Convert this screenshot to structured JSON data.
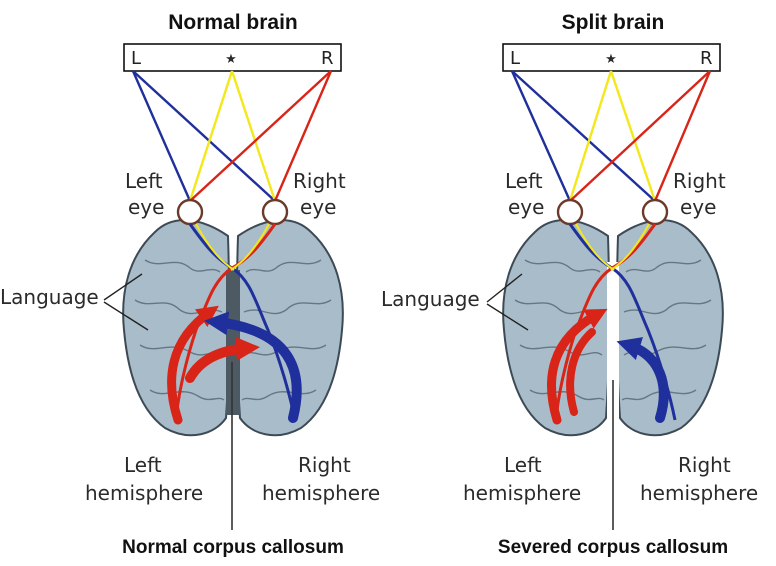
{
  "colors": {
    "left_field": "#1f2f9c",
    "right_field": "#d92418",
    "center_field": "#f2e81a",
    "brain": "#a9bcc9",
    "brain_outline": "#3d4a55",
    "fissure": "#4d5963"
  },
  "icons": [
    "star-icon"
  ],
  "panels": [
    {
      "title": "Normal brain",
      "field_left": "L",
      "field_right": "R",
      "left_eye": [
        "Left",
        "eye"
      ],
      "right_eye": [
        "Right",
        "eye"
      ],
      "language": "Language",
      "left_hemisphere": [
        "Left",
        "hemisphere"
      ],
      "right_hemisphere": [
        "Right",
        "hemisphere"
      ],
      "caption": "Normal corpus callosum",
      "corpus_callosum": "intact"
    },
    {
      "title": "Split brain",
      "field_left": "L",
      "field_right": "R",
      "left_eye": [
        "Left",
        "eye"
      ],
      "right_eye": [
        "Right",
        "eye"
      ],
      "language": "Language",
      "left_hemisphere": [
        "Left",
        "hemisphere"
      ],
      "right_hemisphere": [
        "Right",
        "hemisphere"
      ],
      "caption": "Severed corpus callosum",
      "corpus_callosum": "severed"
    }
  ]
}
